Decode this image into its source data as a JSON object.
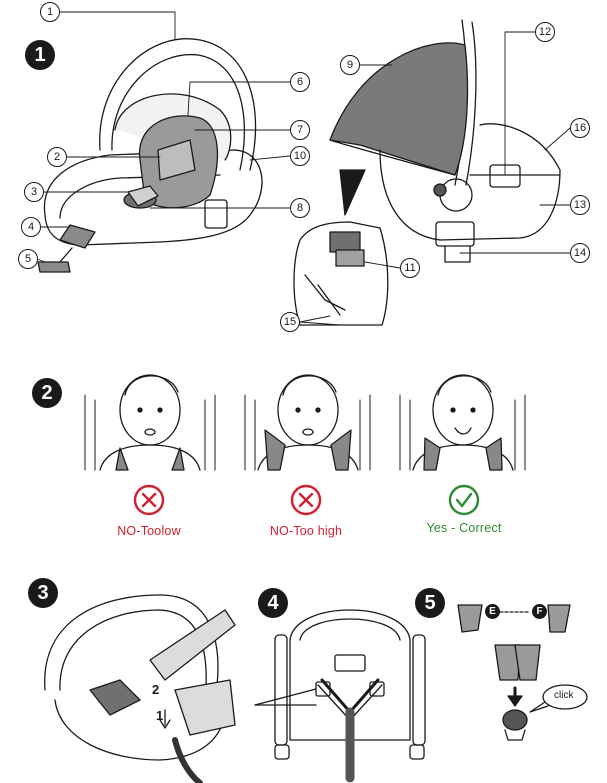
{
  "sections": {
    "s1": "1",
    "s2": "2",
    "s3": "3",
    "s4": "4",
    "s5": "5"
  },
  "callouts": [
    "1",
    "2",
    "3",
    "4",
    "5",
    "6",
    "7",
    "8",
    "9",
    "10",
    "11",
    "12",
    "13",
    "14",
    "15",
    "16"
  ],
  "fit_check": {
    "too_low": "NO-Toolow",
    "too_high": "NO-Too high",
    "correct": "Yes - Correct",
    "colors": {
      "bad": "#d1202f",
      "good": "#2e8b34"
    },
    "icons": [
      "cross-circle-icon",
      "cross-circle-icon",
      "check-circle-icon"
    ]
  },
  "step3": {
    "label_2": "2",
    "label_1": "1"
  },
  "step5": {
    "label_e": "E",
    "label_f": "F",
    "click": "click"
  }
}
